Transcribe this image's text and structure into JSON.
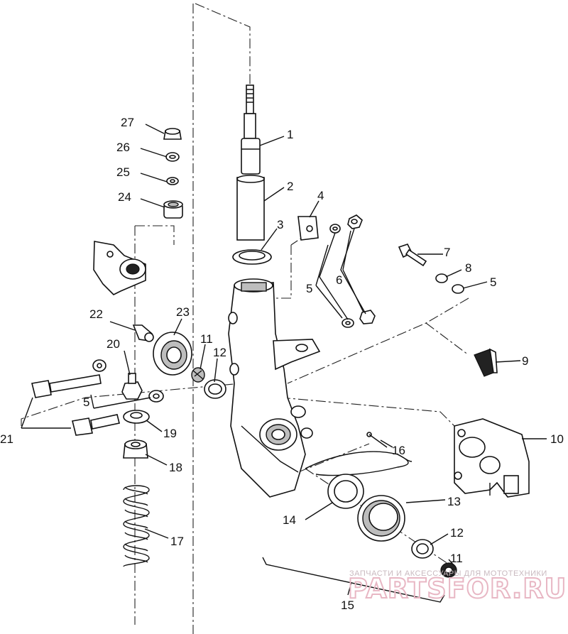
{
  "labels": {
    "l1": "1",
    "l2": "2",
    "l3": "3",
    "l4": "4",
    "l5a": "5",
    "l5b": "5",
    "l5c": "5",
    "l6": "6",
    "l7": "7",
    "l8": "8",
    "l9": "9",
    "l10": "10",
    "l11a": "11",
    "l11b": "11",
    "l12a": "12",
    "l12b": "12",
    "l13": "13",
    "l14": "14",
    "l15": "15",
    "l16": "16",
    "l17": "17",
    "l18": "18",
    "l19": "19",
    "l20": "20",
    "l21": "21",
    "l22": "22",
    "l23": "23",
    "l24": "24",
    "l25": "25",
    "l26": "26",
    "l27": "27"
  },
  "watermark": {
    "tagline": "ЗАПЧАСТИ И АКСЕССУАРЫ ДЛЯ МОТОТЕХНИКИ",
    "logo": "PARTSFOR.RU"
  }
}
